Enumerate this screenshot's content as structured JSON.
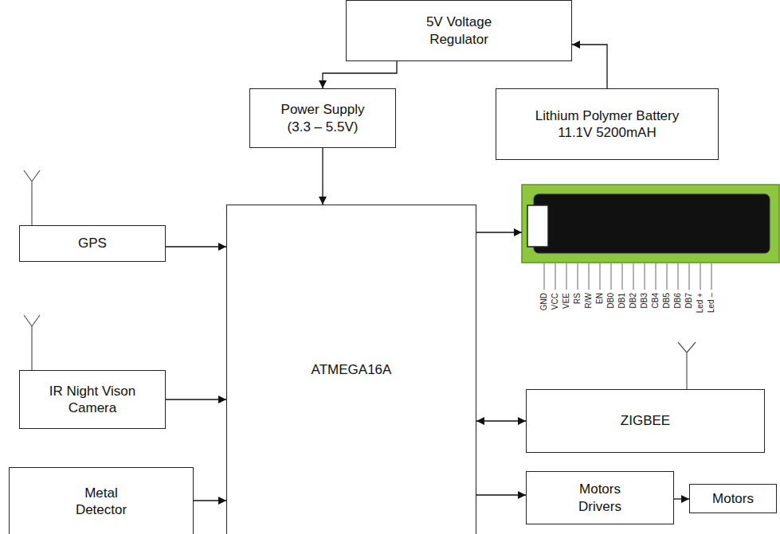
{
  "diagram": {
    "nodes": [
      {
        "text": [
          "5V Voltage Regulator"
        ]
      },
      {
        "text": [
          "Power Supply (3.3 – 5.5V)"
        ]
      },
      {
        "text": [
          "Lithium Polymer Battery 11.1V 5200mAH"
        ]
      },
      {
        "text": [
          "GPS"
        ]
      },
      {
        "text": [
          "ATMEGA16A"
        ]
      },
      {
        "text": [
          "IR Night Vison Camera"
        ]
      },
      {
        "text": [
          "ZIGBEE"
        ]
      },
      {
        "text": [
          "Metal Detector"
        ]
      },
      {
        "text": [
          "Motors Drivers"
        ]
      },
      {
        "text": [
          "Motors"
        ]
      }
    ],
    "edges": [
      {
        "from": 2,
        "to": 0,
        "arrow": "to"
      },
      {
        "from": 0,
        "to": 1,
        "arrow": "to"
      },
      {
        "from": 1,
        "to": 4,
        "arrow": "to"
      },
      {
        "from": 3,
        "to": 4,
        "arrow": "to"
      },
      {
        "from": 5,
        "to": 4,
        "arrow": "to"
      },
      {
        "from": 4,
        "to": 6,
        "arrow": "both"
      },
      {
        "from": 7,
        "to": 4,
        "arrow": "to"
      },
      {
        "from": 4,
        "to": 8,
        "arrow": "to"
      },
      {
        "from": 8,
        "to": 9,
        "arrow": "to"
      }
    ],
    "labels": [
      "GND",
      "VCC",
      "VEE",
      "RS",
      "R/W",
      "EN",
      "DB0",
      "DB1",
      "DB2",
      "DB3",
      "CB4",
      "DB5",
      "DB6",
      "DB7",
      "Led +",
      "Led –"
    ]
  }
}
